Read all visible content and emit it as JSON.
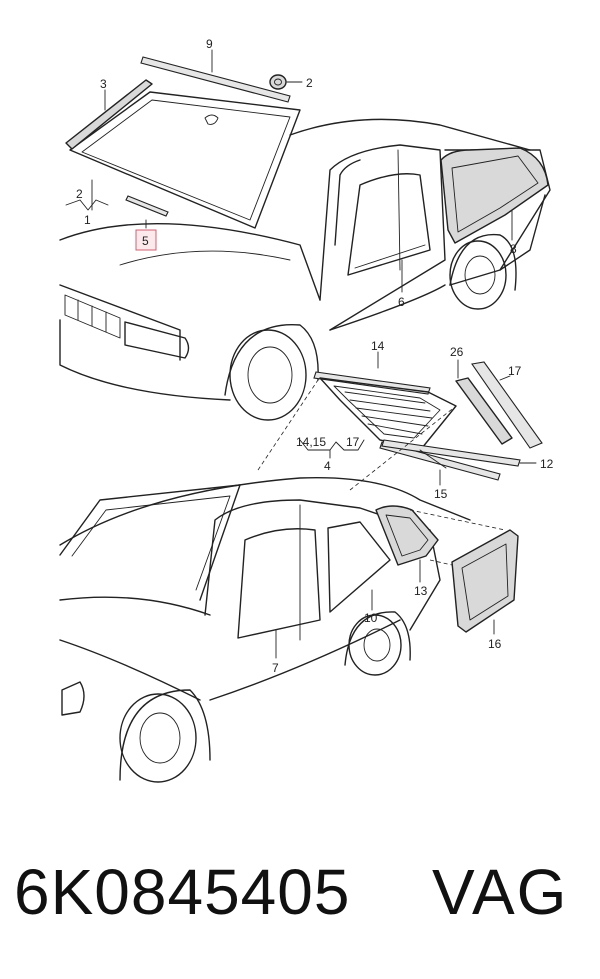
{
  "callouts": {
    "c1": "1",
    "c2a": "2",
    "c2b": "2",
    "c3": "3",
    "c4": "4",
    "c5": "5",
    "c6": "6",
    "c7": "7",
    "c8": "8",
    "c9": "9",
    "c10": "10",
    "c12": "12",
    "c13": "13",
    "c14": "14",
    "c1415": "14,15",
    "c15": "15",
    "c16": "16",
    "c17a": "17",
    "c17b": "17",
    "c26": "26"
  },
  "highlight_color": "#d06070",
  "footer": {
    "part_number": "6K0845405",
    "brand": "VAG"
  }
}
